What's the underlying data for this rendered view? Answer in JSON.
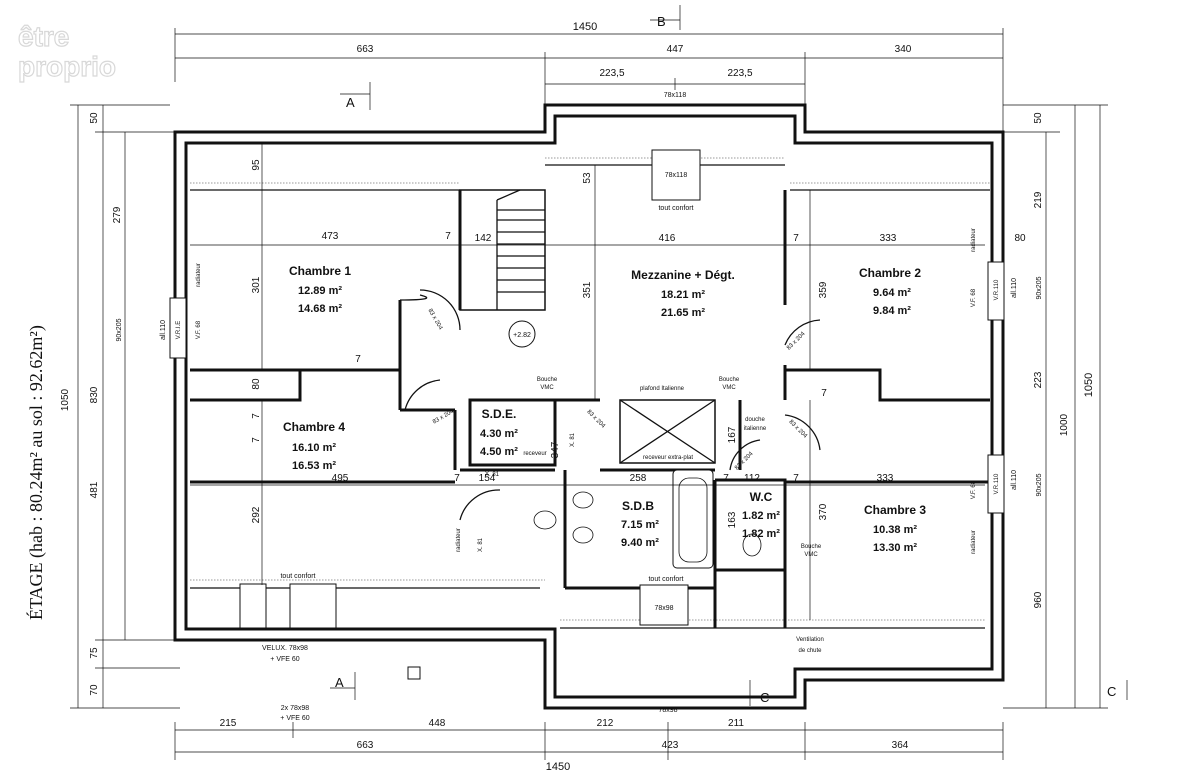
{
  "logo": {
    "line1": "être",
    "line2": "proprio"
  },
  "title": "ÉTAGE (hab : 80.24m² au sol : 92.62m²)",
  "rooms": {
    "chambre1": {
      "name": "Chambre 1",
      "area_hab": "12.89 m²",
      "area_sol": "14.68 m²"
    },
    "chambre2": {
      "name": "Chambre 2",
      "area_hab": "9.64 m²",
      "area_sol": "9.84 m²"
    },
    "chambre3": {
      "name": "Chambre 3",
      "area_hab": "10.38 m²",
      "area_sol": "13.30 m²"
    },
    "chambre4": {
      "name": "Chambre 4",
      "area_hab": "16.10 m²",
      "area_sol": "16.53 m²"
    },
    "mezzanine": {
      "name": "Mezzanine + Dégt.",
      "area_hab": "18.21 m²",
      "area_sol": "21.65 m²"
    },
    "sde": {
      "name": "S.D.E.",
      "area_hab": "4.30 m²",
      "area_sol": "4.50 m²"
    },
    "sdb": {
      "name": "S.D.B",
      "area_hab": "7.15 m²",
      "area_sol": "9.40 m²"
    },
    "wc": {
      "name": "W.C",
      "area_hab": "1.82 m²",
      "area_sol": "1.82 m²"
    }
  },
  "top_dims": {
    "total": "1450",
    "a": "663",
    "b": "447",
    "c": "340",
    "d1": "223,5",
    "d2": "223,5",
    "velux": "78x118"
  },
  "bottom_dims": {
    "total": "1450",
    "a": "215",
    "b": "448",
    "c": "212",
    "d": "211",
    "e": "663",
    "f": "423",
    "g": "364",
    "velux_a": "2x 78x98",
    "velux_a2": "+ VFE 60",
    "velux_b": "78x98"
  },
  "left_dims": {
    "total": "1050",
    "a": "50",
    "b": "279",
    "c": "830",
    "d": "75",
    "e": "70",
    "f": "90x205",
    "g": "all.110"
  },
  "right_dims": {
    "total": "1050",
    "a": "50",
    "b": "219",
    "c": "1000",
    "d": "223",
    "e": "960",
    "f": "80",
    "g": "90x205",
    "h": "90x205",
    "i": "all.110",
    "j": "all.110"
  },
  "interior_dims": {
    "d473": "473",
    "d7a": "7",
    "d142": "142",
    "d416": "416",
    "d7b": "7",
    "d333a": "333",
    "d95": "95",
    "d53": "53",
    "d301": "301",
    "d351": "351",
    "d359": "359",
    "d80": "80",
    "d7c": "7",
    "d7d": "7",
    "d495": "495",
    "d7e": "7",
    "d154": "154",
    "d258": "258",
    "d7f": "7",
    "d112": "112",
    "d7g": "7",
    "d333b": "333",
    "d292": "292",
    "d481": "481",
    "d347": "347",
    "d167": "167",
    "d163": "163",
    "d370": "370",
    "d7h": "7",
    "d7i": "7",
    "level": "+2.82"
  },
  "labels": {
    "velux_top": "78x118",
    "tout_confort_top": "tout confort",
    "tout_confort_left": "tout confort",
    "tout_confort_mid": "tout confort",
    "velux_mid": "78x98",
    "velux_left": "VELUX. 78x98",
    "velux_left2": "+ VFE 60",
    "bouche1": "Bouche",
    "bouche1b": "VMC",
    "bouche2": "Bouche",
    "bouche2b": "VMC",
    "bouche3": "Bouche",
    "bouche3b": "VMC",
    "douche_it": "douche",
    "douche_it2": "italienne",
    "plafond": "plafond Italienne",
    "receveur": "receveur extra-plat",
    "receveur2": "receveur",
    "ventilation": "Ventilation",
    "ventilation2": "de chute",
    "radiateur": "radiateur",
    "vri": "V.R.I.E",
    "vf68": "V.F. 68",
    "vr110": "V.R.110",
    "door63": "83 x 204",
    "x81": "X. 81"
  },
  "sections": {
    "a_top": "A",
    "a_bottom": "A",
    "b_top": "B",
    "c_bottom": "C",
    "c_right": "C"
  }
}
